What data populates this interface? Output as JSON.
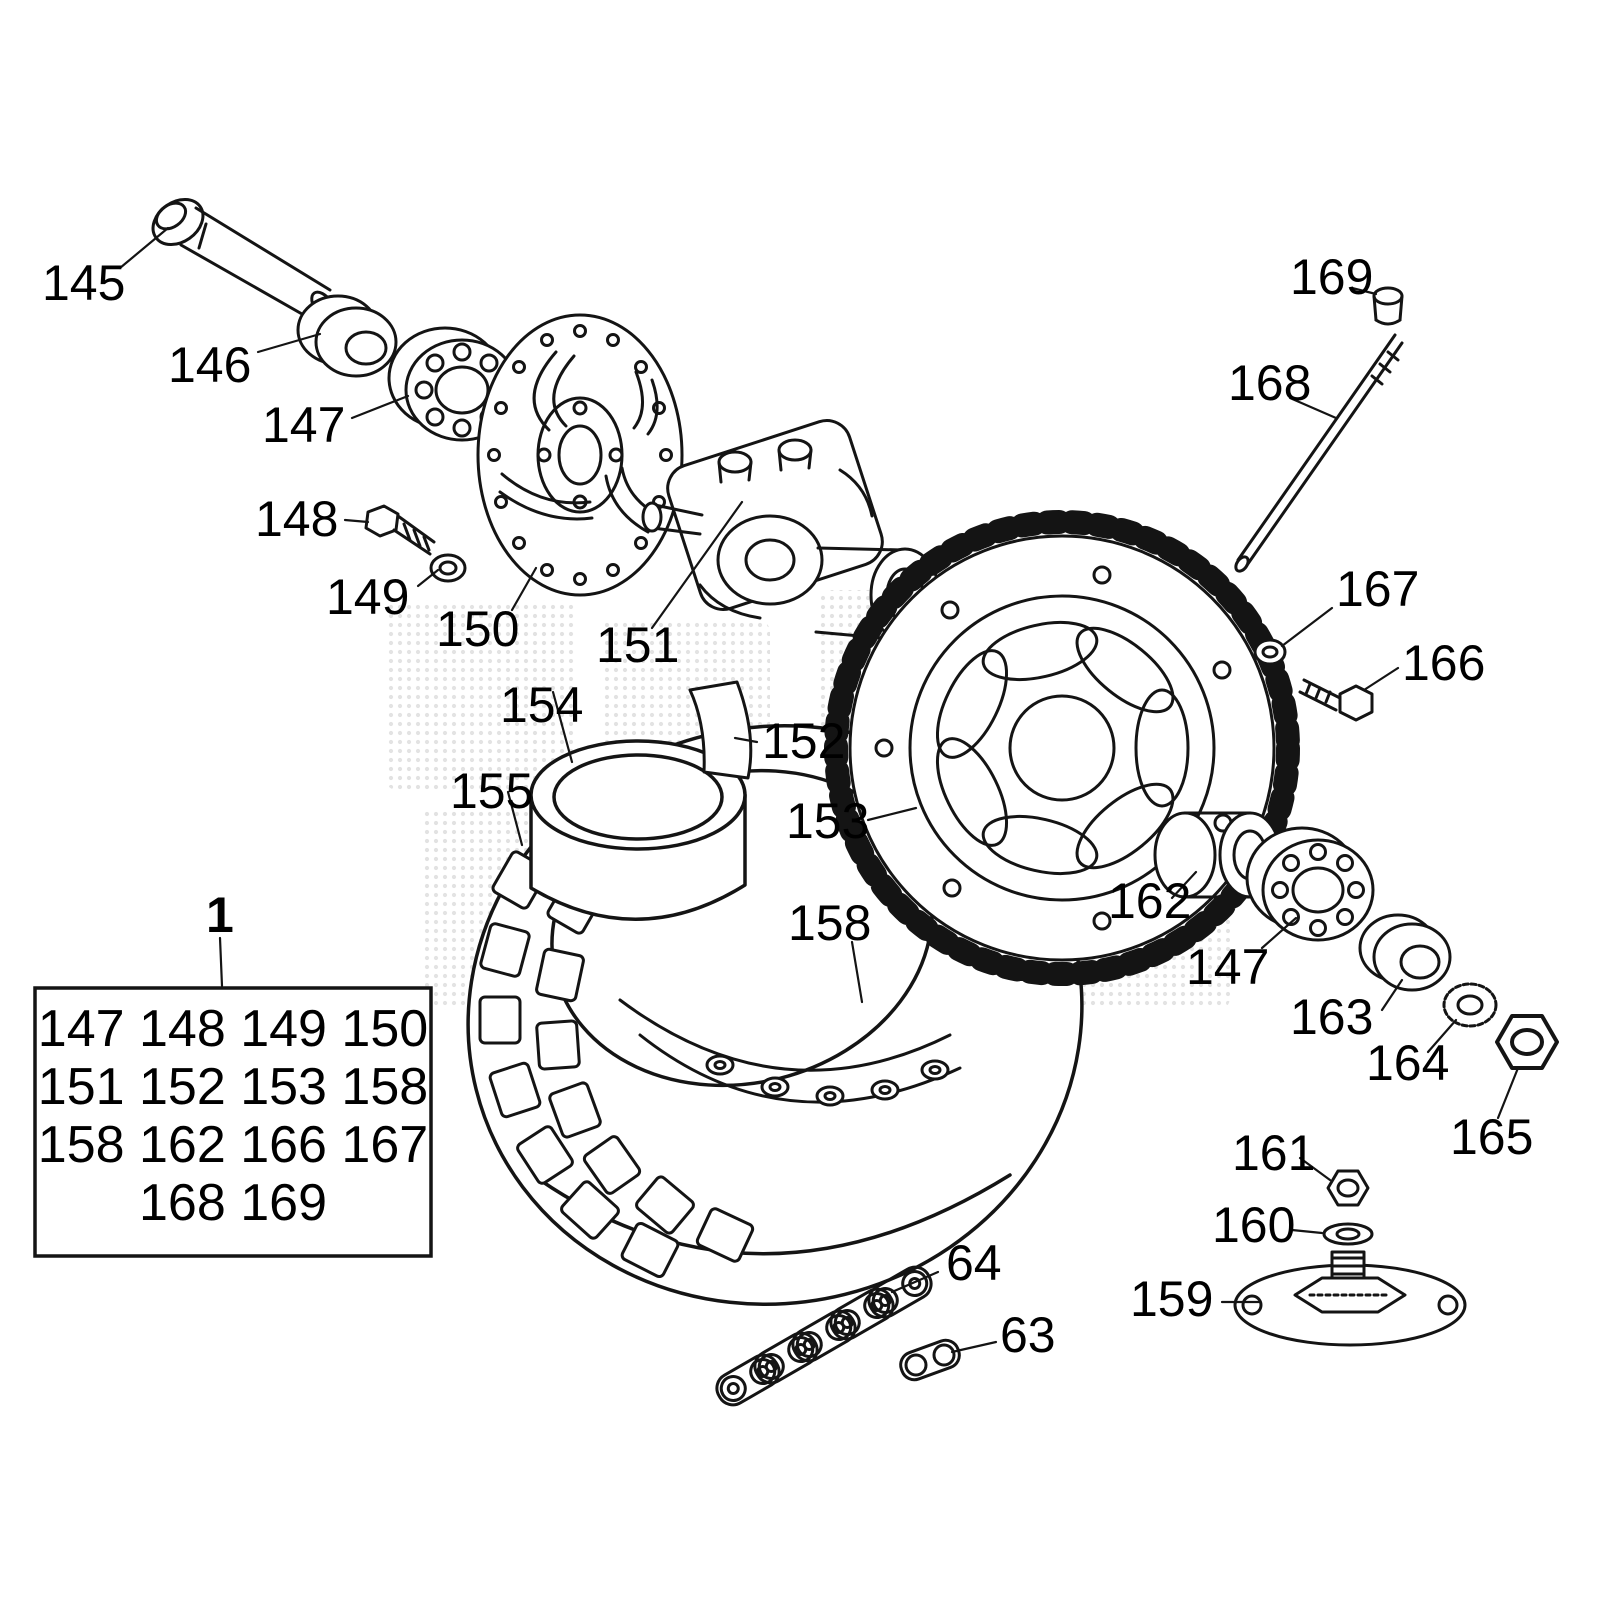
{
  "figure_box": {
    "label": "1",
    "lines": [
      "147 148 149 150",
      "151 152 153 158",
      "158 162 166 167",
      "168 169"
    ]
  },
  "callouts": {
    "1": "1",
    "63": "63",
    "64": "64",
    "145": "145",
    "146": "146",
    "147": "147",
    "148": "148",
    "149": "149",
    "150": "150",
    "151": "151",
    "152": "152",
    "153": "153",
    "154": "154",
    "155": "155",
    "158": "158",
    "159": "159",
    "160": "160",
    "161": "161",
    "162": "162",
    "163": "163",
    "164": "164",
    "165": "165",
    "166": "166",
    "167": "167",
    "168": "168",
    "169": "169"
  }
}
